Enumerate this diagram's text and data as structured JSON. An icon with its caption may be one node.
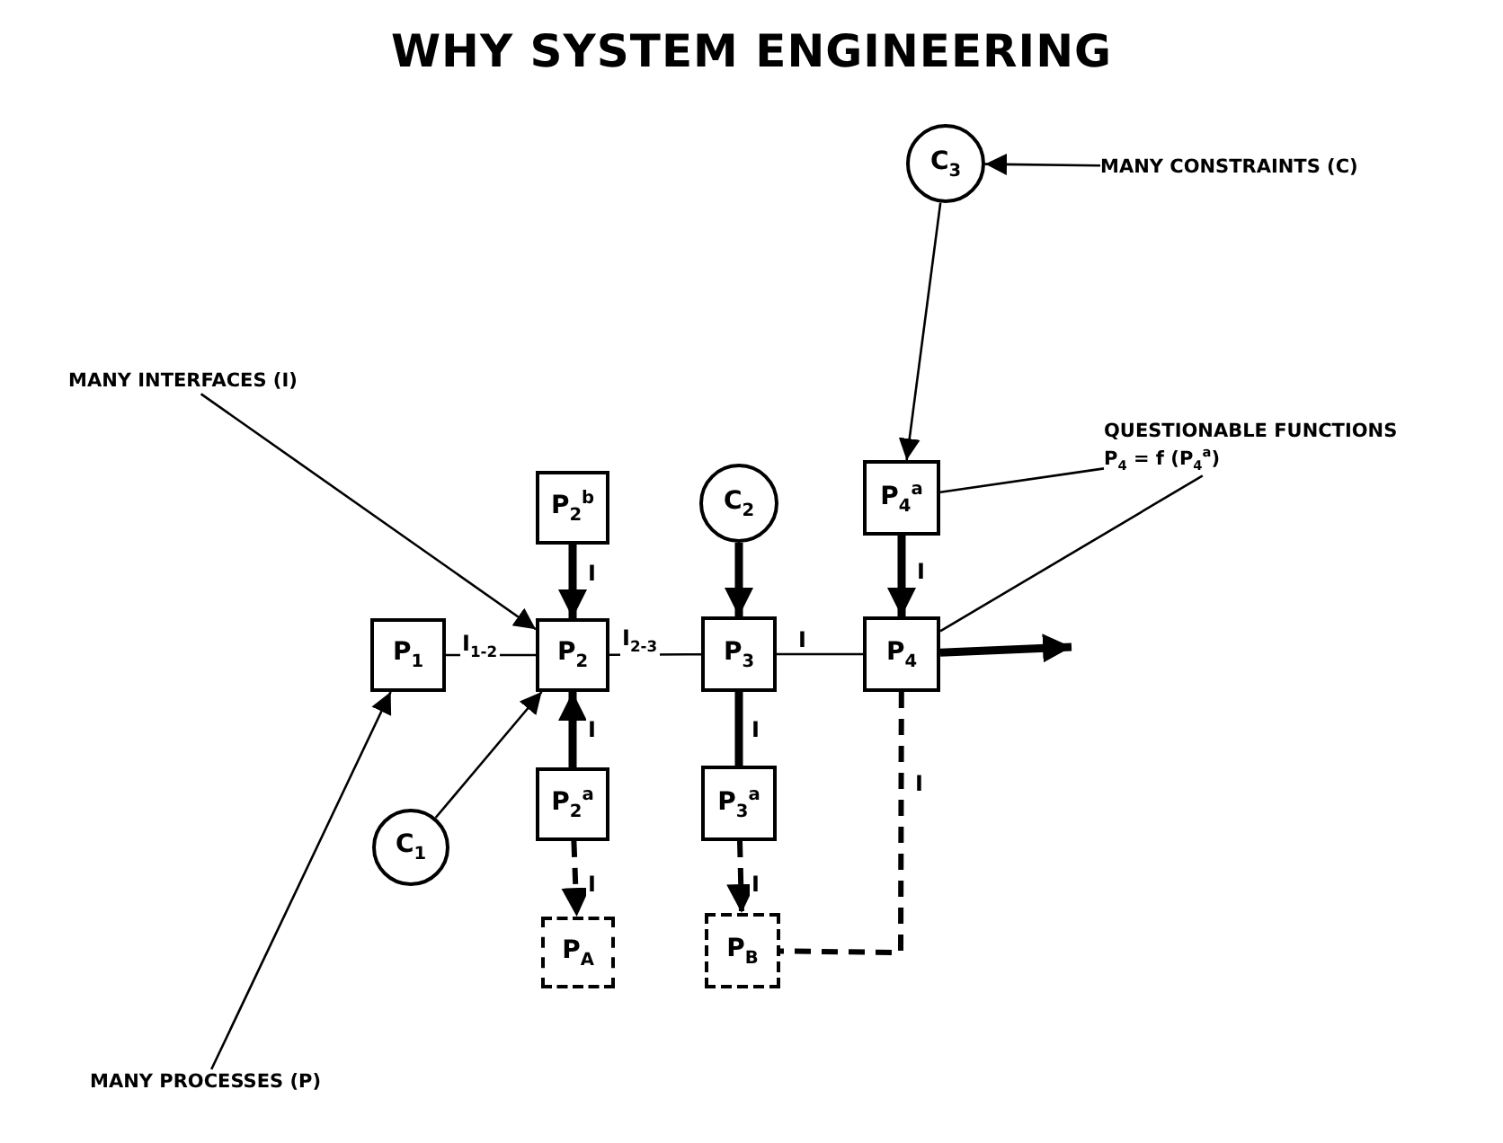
{
  "diagram": {
    "title": "WHY SYSTEM ENGINEERING",
    "nodes": [
      {
        "text": [
          "MANY INTERFACES (I)"
        ]
      },
      {
        "text": [
          "C$_{3}$"
        ]
      },
      {
        "text": [
          "MANY CONSTRAINTS (C)"
        ]
      },
      {
        "text": [
          "QUESTIONABLE FUNCTIONS",
          "P$_{4}$ = f (P$_{4}$$^{a}$)"
        ]
      },
      {
        "text": [
          "P$_{2}$$^{b}$"
        ]
      },
      {
        "text": [
          "C$_{2}$"
        ]
      },
      {
        "text": [
          "P$_{4}$$^{a}$"
        ]
      },
      {
        "text": [
          "P$_{1}$"
        ]
      },
      {
        "text": [
          "P$_{2}$"
        ]
      },
      {
        "text": [
          "P$_{3}$"
        ]
      },
      {
        "text": [
          "P$_{4}$"
        ]
      },
      {
        "text": [
          "C$_{1}$"
        ]
      },
      {
        "text": [
          "P$_{2}$$^{a}$"
        ]
      },
      {
        "text": [
          "P$_{3}$$^{a}$"
        ]
      },
      {
        "text": [
          "P$_{A}$"
        ]
      },
      {
        "text": [
          "P$_{B}$"
        ]
      },
      {
        "text": [
          "MANY PROCESSES (P)"
        ]
      }
    ],
    "edges": [
      {
        "from": 0,
        "to": 8,
        "arrow": "to"
      },
      {
        "from": 2,
        "to": 1,
        "arrow": "to"
      },
      {
        "from": 1,
        "to": 6,
        "arrow": "to"
      },
      {
        "from": 3,
        "to": 6,
        "arrow": "none"
      },
      {
        "from": 3,
        "to": 10,
        "arrow": "none"
      },
      {
        "from": 4,
        "to": 8,
        "arrow": "to",
        "label": "I",
        "style": "thick"
      },
      {
        "from": 5,
        "to": 9,
        "arrow": "to",
        "style": "thick"
      },
      {
        "from": 6,
        "to": 10,
        "arrow": "to",
        "label": "I",
        "style": "thick"
      },
      {
        "from": 7,
        "to": 8,
        "arrow": "none",
        "label": "I$_{1-2}$"
      },
      {
        "from": 8,
        "to": 9,
        "arrow": "none",
        "label": "I$_{2-3}$"
      },
      {
        "from": 9,
        "to": 10,
        "arrow": "none",
        "label": "I"
      },
      {
        "from": 10,
        "to": null,
        "arrow": "to",
        "style": "thick"
      },
      {
        "from": 11,
        "to": 8,
        "arrow": "to"
      },
      {
        "from": 12,
        "to": 8,
        "arrow": "to",
        "label": "I",
        "style": "thick"
      },
      {
        "from": 9,
        "to": 13,
        "arrow": "none",
        "label": "I",
        "style": "thick"
      },
      {
        "from": 12,
        "to": 14,
        "arrow": "to",
        "label": "I",
        "style": "dashed"
      },
      {
        "from": 13,
        "to": 15,
        "arrow": "to",
        "label": "I",
        "style": "dashed"
      },
      {
        "from": 10,
        "to": 15,
        "arrow": "none",
        "label": "I",
        "style": "dashed"
      },
      {
        "from": 16,
        "to": 7,
        "arrow": "to"
      }
    ]
  }
}
